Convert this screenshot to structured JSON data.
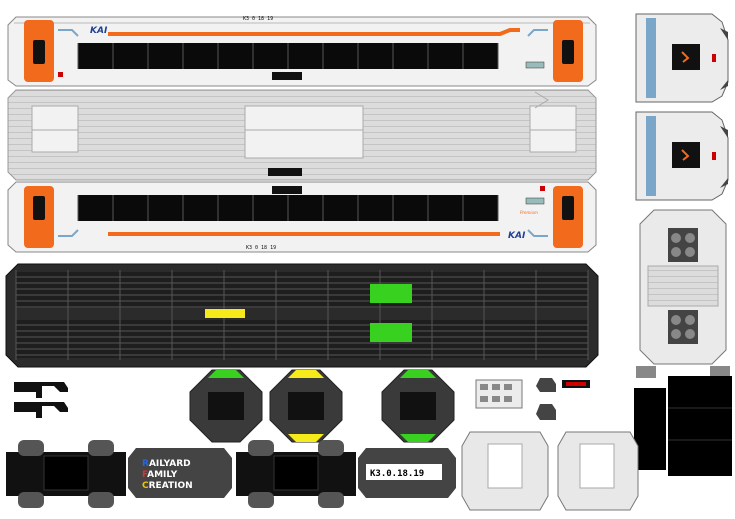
{
  "sheet": {
    "logo_text": "KAI",
    "car_number_small": "K3 0 18 19",
    "car_number_plate": "K3.0.18.19",
    "brand_small": "Premium",
    "credit": {
      "line1_initial": "R",
      "line1_rest": "AILYARD",
      "line2_initial": "F",
      "line2_rest": "AMILY",
      "line3_initial": "C",
      "line3_rest": "REATION"
    }
  },
  "colors": {
    "body_white": "#f2f2f2",
    "stripe_orange": "#f26a1b",
    "door_orange": "#f26a1b",
    "window_black": "#0a0a0a",
    "roof_dark": "#2b2b2b",
    "green_marker": "#39d11f",
    "yellow_marker": "#f7ea1a",
    "kai_blue": "#1f3f95",
    "kai_orange": "#f26a1b",
    "credit_blue": "#2a66d9",
    "credit_red": "#e03030",
    "credit_yellow": "#f2c300"
  },
  "icons": [
    "kai-logo-icon",
    "bogie-icon",
    "coupler-icon"
  ]
}
